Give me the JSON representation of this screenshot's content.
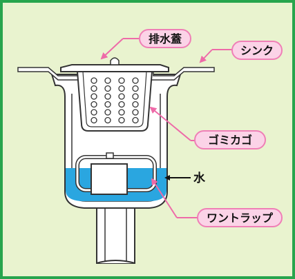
{
  "labels": {
    "drain_cover": "排水蓋",
    "sink": "シンク",
    "trash_basket": "ゴミカゴ",
    "water": "水",
    "bell_trap": "ワントラップ"
  },
  "colors": {
    "frame_border": "#27a54d",
    "background": "#e9f3cf",
    "label_fill": "#fbd3e7",
    "label_border": "#ef7fb6",
    "water": "#2aa6e0"
  }
}
